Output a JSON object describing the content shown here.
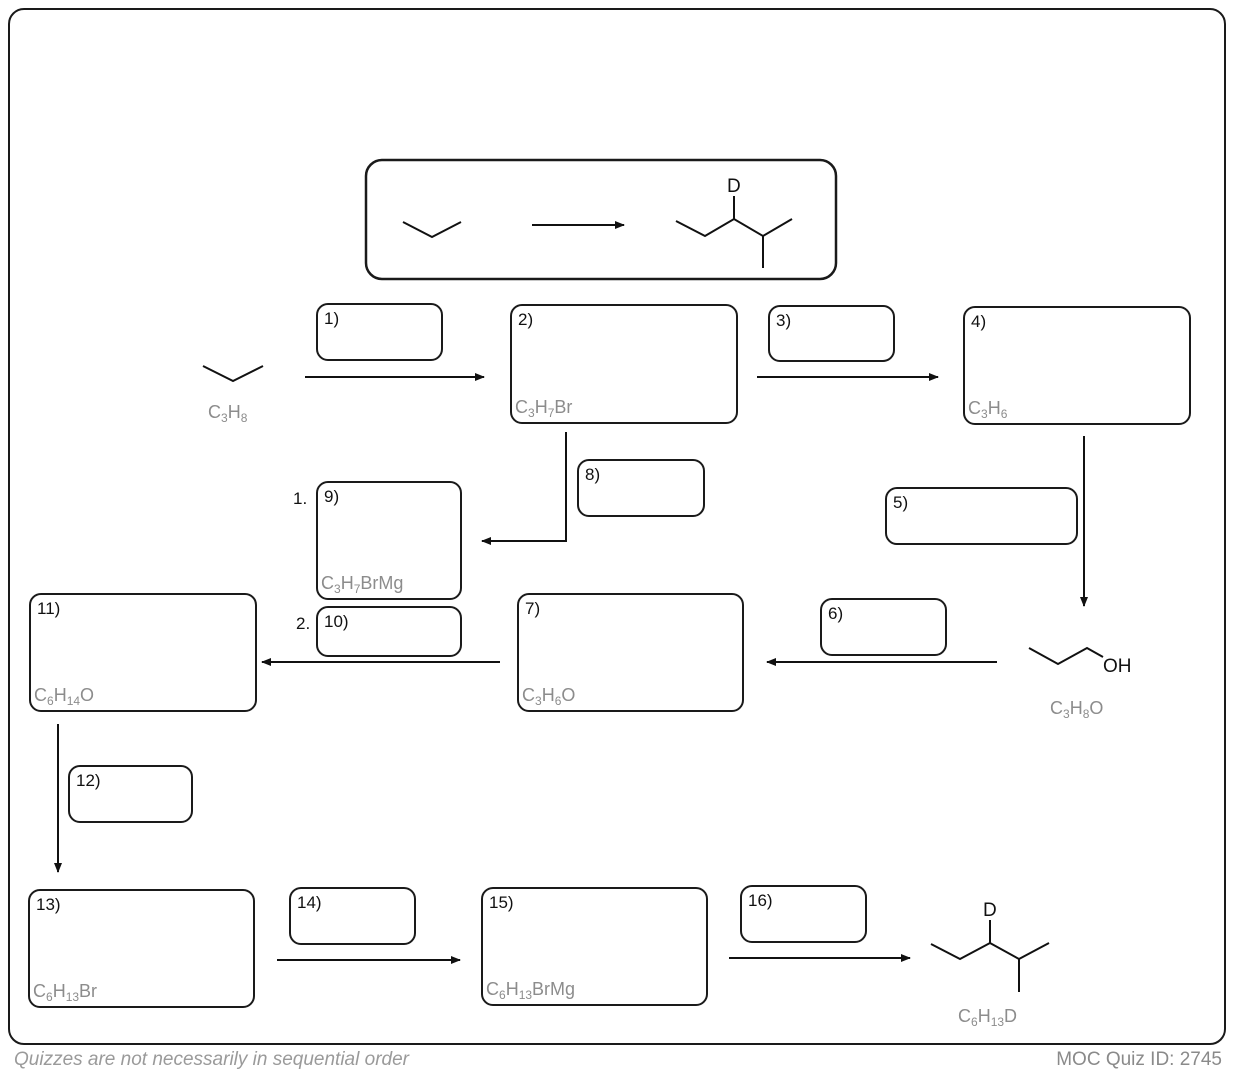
{
  "steps": {
    "s1": "1)",
    "s2": "2)",
    "s3": "3)",
    "s4": "4)",
    "s5": "5)",
    "s6": "6)",
    "s7": "7)",
    "s8": "8)",
    "s9": "9)",
    "s10": "10)",
    "s11": "11)",
    "s12": "12)",
    "s13": "13)",
    "s14": "14)",
    "s15": "15)",
    "s16": "16)"
  },
  "prefixes": {
    "p1": "1.",
    "p2": "2."
  },
  "formulas": {
    "f_start": {
      "a": "C",
      "b": "3",
      "c": "H",
      "d": "8"
    },
    "f2": {
      "a": "C",
      "b": "3",
      "c": "H",
      "d": "7",
      "e": "Br"
    },
    "f4": {
      "a": "C",
      "b": "3",
      "c": "H",
      "d": "6"
    },
    "f9": {
      "a": "C",
      "b": "3",
      "c": "H",
      "d": "7",
      "e": "BrMg"
    },
    "f_alcohol": {
      "a": "C",
      "b": "3",
      "c": "H",
      "d": "8",
      "e": "O"
    },
    "f7": {
      "a": "C",
      "b": "3",
      "c": "H",
      "d": "6",
      "e": "O"
    },
    "f11": {
      "a": "C",
      "b": "6",
      "c": "H",
      "d": "14",
      "e": "O"
    },
    "f13": {
      "a": "C",
      "b": "6",
      "c": "H",
      "d": "13",
      "e": "Br"
    },
    "f15": {
      "a": "C",
      "b": "6",
      "c": "H",
      "d": "13",
      "e": "BrMg"
    },
    "f_final": {
      "a": "C",
      "b": "6",
      "c": "H",
      "d": "13",
      "e": "D"
    }
  },
  "atoms": {
    "deuterium": "D",
    "hydroxyl": "OH"
  },
  "footer": {
    "note": "Quizzes are not necessarily in sequential order",
    "quiz_id": "MOC Quiz ID: 2745"
  }
}
